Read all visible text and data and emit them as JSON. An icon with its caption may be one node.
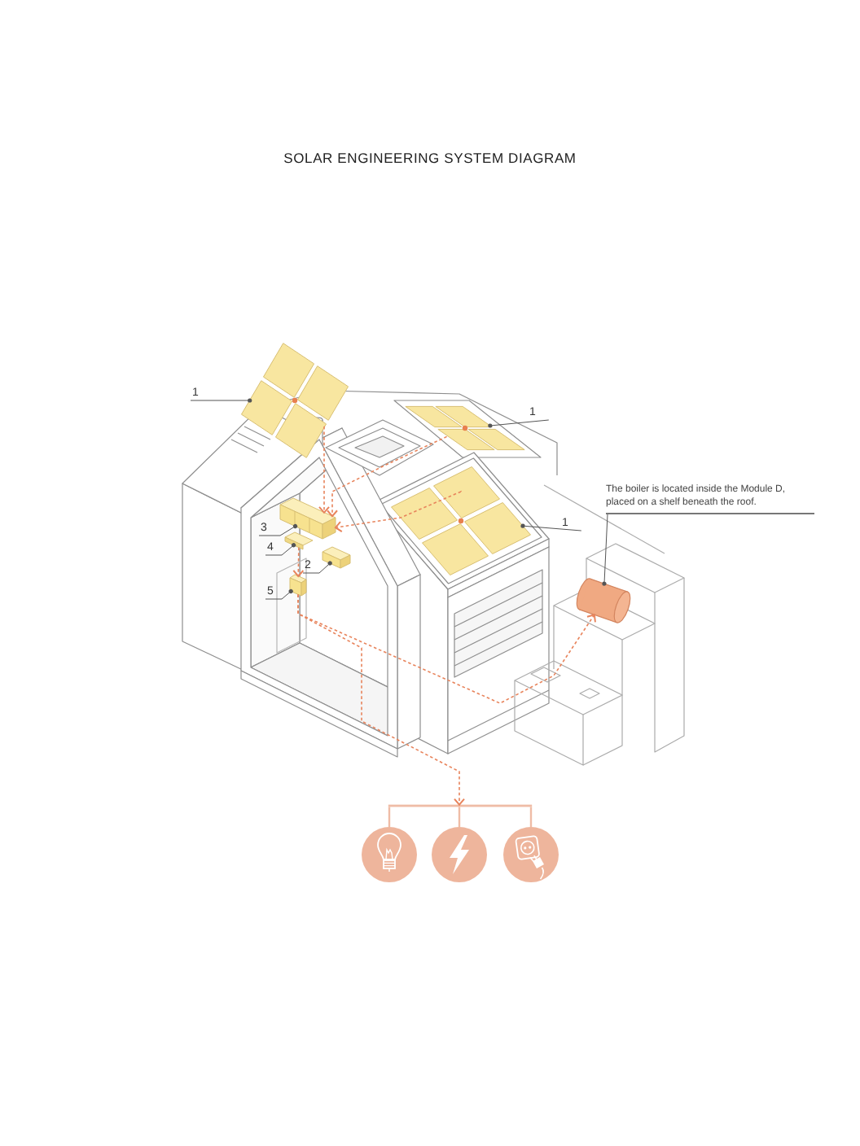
{
  "diagram": {
    "title": "SOLAR ENGINEERING SYSTEM DIAGRAM",
    "nodes": [
      {
        "text": [
          "1"
        ]
      },
      {
        "text": [],
        "shape": "box"
      },
      {
        "text": [
          "1"
        ]
      },
      {
        "text": [],
        "shape": "box"
      },
      {
        "text": [
          "The boiler is located inside the Module D, placed on a shelf beneath the roof."
        ]
      },
      {
        "text": [
          "1"
        ]
      },
      {
        "text": [],
        "shape": "box"
      },
      {
        "text": [
          "3"
        ]
      },
      {
        "text": [],
        "shape": "box"
      },
      {
        "text": [
          "4"
        ]
      },
      {
        "text": [],
        "shape": "box"
      },
      {
        "text": [
          "2"
        ]
      },
      {
        "text": [],
        "shape": "box"
      },
      {
        "text": [
          "5"
        ]
      },
      {
        "text": [],
        "shape": "box"
      },
      {
        "text": [],
        "shape": "cylinder"
      },
      {
        "text": [],
        "shape": "bar"
      },
      {
        "text": [],
        "shape": "circle"
      },
      {
        "text": [],
        "shape": "circle"
      },
      {
        "text": [],
        "shape": "circle"
      }
    ],
    "edges": [
      {
        "from": 0,
        "to": 1,
        "arrow": "other"
      },
      {
        "from": 2,
        "to": 3,
        "arrow": "other"
      },
      {
        "from": 4,
        "to": 15,
        "arrow": "other"
      },
      {
        "from": 5,
        "to": 6,
        "arrow": "other"
      },
      {
        "from": 7,
        "to": 8,
        "arrow": "other"
      },
      {
        "from": 9,
        "to": 10,
        "arrow": "other"
      },
      {
        "from": 11,
        "to": 12,
        "arrow": "other"
      },
      {
        "from": 13,
        "to": 14,
        "arrow": "other"
      },
      {
        "from": 1,
        "to": 8,
        "arrow": "to",
        "style": "dashed",
        "color": "#e8845c"
      },
      {
        "from": 3,
        "to": 8,
        "arrow": "to",
        "style": "dashed",
        "color": "#e8845c"
      },
      {
        "from": 6,
        "to": 8,
        "arrow": "to",
        "style": "dashed",
        "color": "#e8845c"
      },
      {
        "from": 10,
        "to": 14,
        "arrow": "to",
        "style": "dashed",
        "color": "#e8845c"
      },
      {
        "from": 14,
        "to": 15,
        "arrow": "to",
        "style": "dashed",
        "color": "#e8845c"
      },
      {
        "from": 14,
        "to": 16,
        "arrow": "to",
        "style": "dashed",
        "color": "#e8845c"
      },
      {
        "from": 16,
        "to": 17,
        "arrow": "none",
        "color": "#efbca6"
      },
      {
        "from": 16,
        "to": 18,
        "arrow": "none",
        "color": "#efbca6"
      },
      {
        "from": 16,
        "to": 19,
        "arrow": "none",
        "color": "#efbca6"
      }
    ]
  }
}
